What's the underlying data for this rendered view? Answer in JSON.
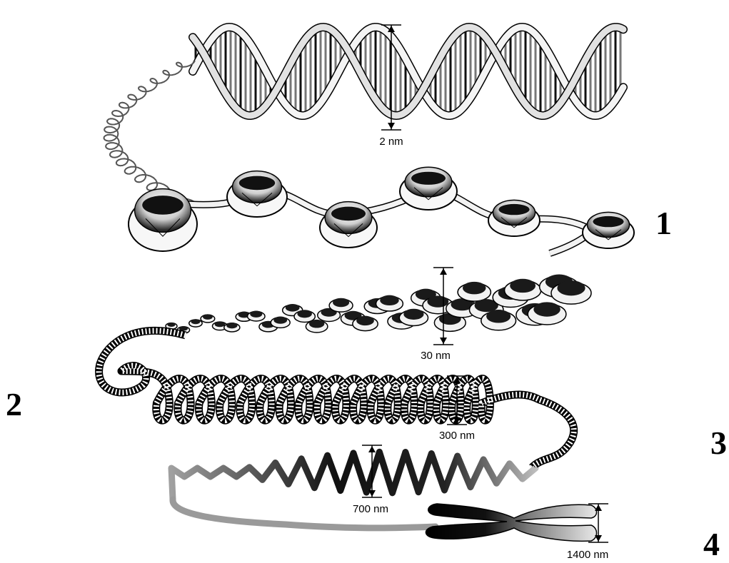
{
  "diagram": {
    "stage_labels": [
      "1",
      "2",
      "3",
      "4"
    ],
    "measurements": [
      "2 nm",
      "30 nm",
      "300 nm",
      "700 nm",
      "1400 nm"
    ],
    "structures": [
      "dna-double-helix",
      "nucleosome-string",
      "chromatin-fiber",
      "looped-domains",
      "condensed-coil",
      "chromosome"
    ],
    "colors": {
      "ink": "#000000",
      "light_fill": "#f4f4f4",
      "mid_gray": "#9a9a9a",
      "dark_gray": "#2a2a2a"
    }
  }
}
